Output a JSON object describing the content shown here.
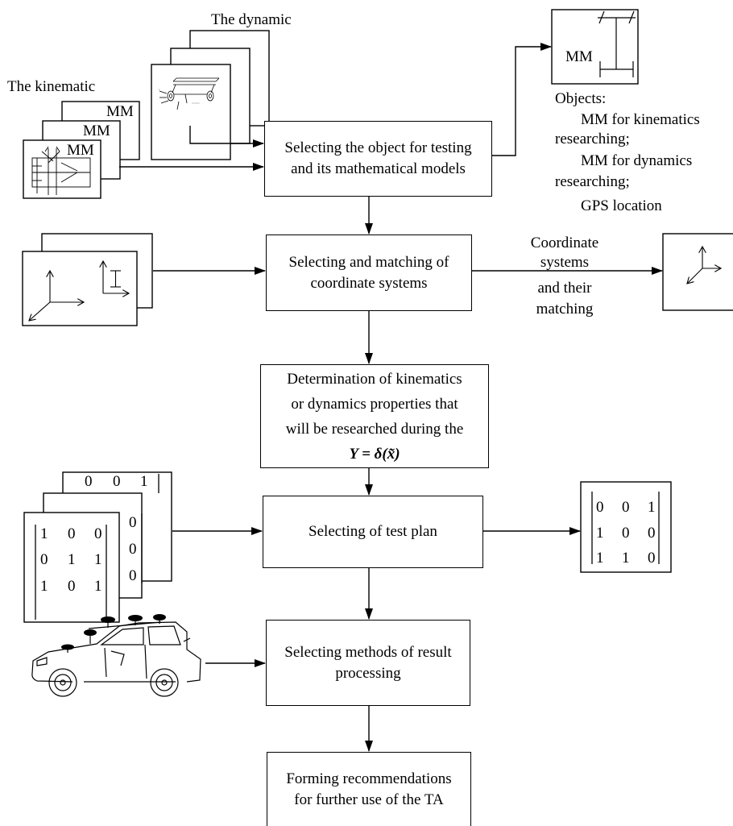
{
  "boxes": {
    "select_object": [
      "Selecting the object for testing",
      "and its mathematical models"
    ],
    "coordinate_systems": [
      "Selecting and matching of",
      "coordinate systems"
    ],
    "properties": [
      "Determination of kinematics",
      "or dynamics properties that",
      "will be researched during the"
    ],
    "formula": "Y = δ(x̃)",
    "test_plan": "Selecting of test plan",
    "result_processing": [
      "Selecting methods of result",
      "processing"
    ],
    "recommendations": [
      "Forming recommendations",
      "for further use of the TA"
    ]
  },
  "labels": {
    "dynamic": "The dynamic",
    "kinematic": "The kinematic",
    "mm": "MM",
    "objects_title": "Objects:",
    "objects_lines": [
      "MM for  kinematics",
      "researching;",
      "MM for  dynamics",
      "researching;",
      "GPS location"
    ],
    "coord_caption": [
      "Coordinate",
      "systems",
      "and their",
      "matching"
    ]
  },
  "matrices": {
    "back_top_row": [
      "0",
      "0",
      "1"
    ],
    "front_rows": [
      [
        "1",
        "0",
        "0"
      ],
      [
        "0",
        "1",
        "1"
      ],
      [
        "1",
        "0",
        "1"
      ]
    ],
    "mid_column": [
      "0",
      "0",
      "0"
    ],
    "result_rows": [
      [
        "0",
        "0",
        "1"
      ],
      [
        "1",
        "0",
        "0"
      ],
      [
        "1",
        "1",
        "0"
      ]
    ]
  }
}
